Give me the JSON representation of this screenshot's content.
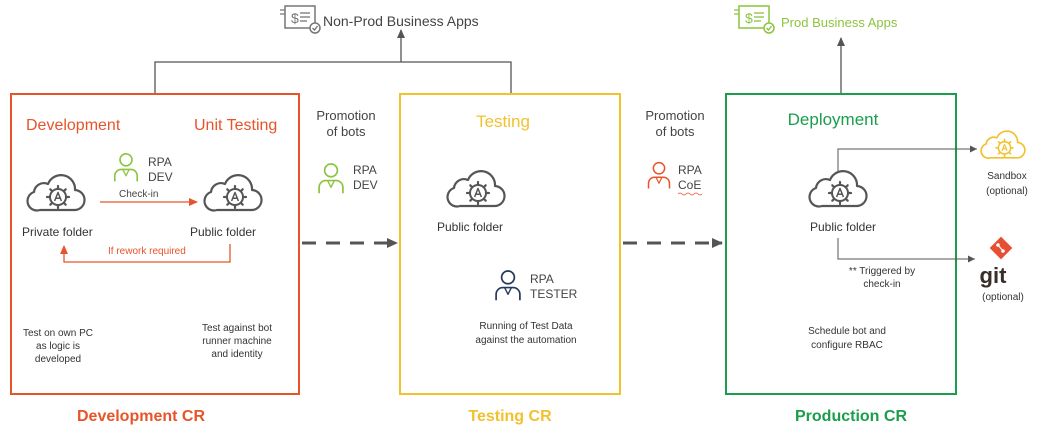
{
  "colors": {
    "dev": "#e8542a",
    "test": "#f2c12e",
    "prod": "#1a9e4b",
    "prod_light": "#8cc43f",
    "gray": "#555555",
    "dark": "#333333",
    "navy": "#23385a"
  },
  "top": {
    "nonprod_label": "Non-Prod Business Apps",
    "prod_label": "Prod Business Apps"
  },
  "dev": {
    "development": "Development",
    "unit_testing": "Unit Testing",
    "rpa_role_line1": "RPA",
    "rpa_role_line2": "DEV",
    "checkin": "Check-in",
    "private_folder": "Private folder",
    "public_folder": "Public folder",
    "rework": "If rework required",
    "note_left": [
      "Test on own PC",
      "as logic is",
      "developed"
    ],
    "note_right": [
      "Test against bot",
      "runner machine",
      "and identity"
    ],
    "cr_label": "Development CR"
  },
  "promo1": {
    "line1": "Promotion",
    "line2": "of bots",
    "role1": "RPA",
    "role2": "DEV"
  },
  "test": {
    "title": "Testing",
    "public_folder": "Public folder",
    "role1": "RPA",
    "role2": "TESTER",
    "note": [
      "Running of Test Data",
      "against the automation"
    ],
    "cr_label": "Testing CR"
  },
  "promo2": {
    "line1": "Promotion",
    "line2": "of bots",
    "role1": "RPA",
    "role2": "CoE"
  },
  "prod": {
    "title": "Deployment",
    "public_folder": "Public folder",
    "trigger": [
      "** Triggered by",
      "check-in"
    ],
    "note": [
      "Schedule bot and",
      "configure RBAC"
    ],
    "sandbox": "Sandbox",
    "sandbox_opt": "(optional)",
    "git": "git",
    "git_opt": "(optional)",
    "cr_label": "Production CR"
  }
}
